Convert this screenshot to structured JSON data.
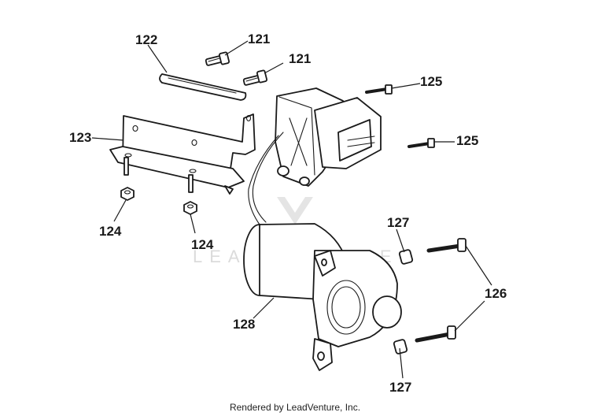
{
  "callouts": {
    "c121a": "121",
    "c121b": "121",
    "c122": "122",
    "c123": "123",
    "c124a": "124",
    "c124b": "124",
    "c125a": "125",
    "c125b": "125",
    "c126": "126",
    "c127a": "127",
    "c127b": "127",
    "c128": "128"
  },
  "watermark": {
    "text": "LEADVENTURE"
  },
  "footer": {
    "text": "Rendered by LeadVenture, Inc."
  }
}
